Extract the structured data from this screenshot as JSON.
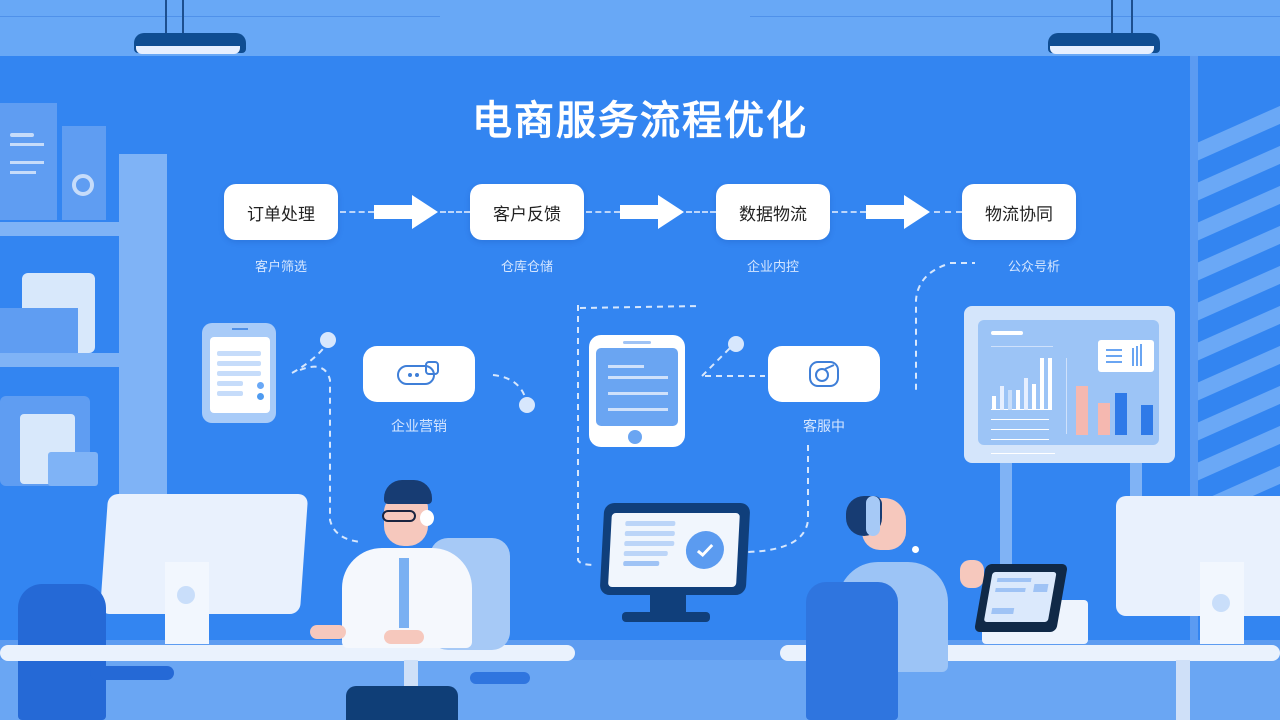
{
  "title": "电商服务流程优化",
  "flow": {
    "steps": [
      {
        "label": "订单处理",
        "sub": "客户筛选"
      },
      {
        "label": "客户反馈",
        "sub": "仓库仓储"
      },
      {
        "label": "数据物流",
        "sub": "企业内控"
      },
      {
        "label": "物流协同",
        "sub": "公众号析"
      }
    ]
  },
  "mid_row": {
    "cards": [
      {
        "icon": "chat-bubble-icon",
        "caption": "企业营销"
      },
      {
        "icon": "support-badge-icon",
        "caption": "客服中"
      }
    ]
  },
  "dashboard": {
    "bars": [
      {
        "value": 62,
        "color": "#f5b8b0"
      },
      {
        "value": 40,
        "color": "#f5b8b0"
      },
      {
        "value": 55,
        "color": "#2f7ae8"
      },
      {
        "value": 40,
        "color": "#2f7ae8"
      }
    ],
    "mini_bars": [
      30,
      50,
      28,
      62,
      40,
      56,
      80,
      82
    ]
  },
  "colors": {
    "wall": "#3385f1",
    "ceiling": "#68a8f6",
    "accent_dark": "#0f4d92",
    "card": "#ffffff",
    "pink": "#f5b8b0"
  }
}
